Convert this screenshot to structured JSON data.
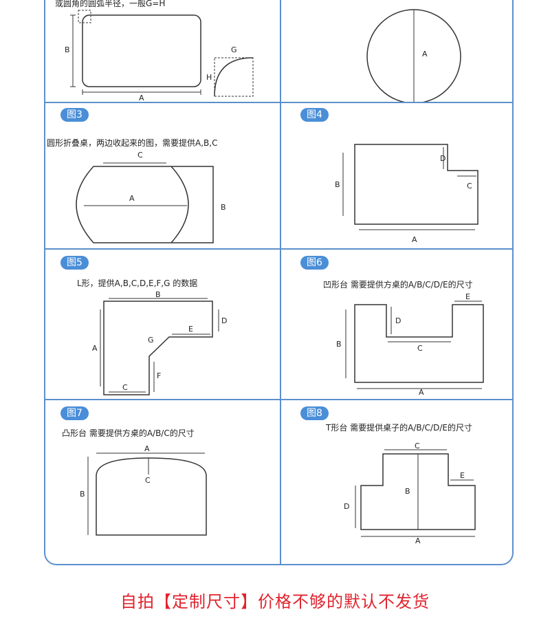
{
  "top_note": "或圆角的圆弧半径，一般G=H",
  "panels": [
    {
      "badge": "",
      "caption": "",
      "labels": {
        "a": "A",
        "b": "B",
        "g": "G",
        "h": "H"
      }
    },
    {
      "badge": "",
      "caption": "",
      "labels": {
        "a": "A"
      }
    },
    {
      "badge": "图3",
      "caption": "圆形折叠桌，两边收起来的图，需要提供A,B,C",
      "labels": {
        "a": "A",
        "b": "B",
        "c": "C"
      }
    },
    {
      "badge": "图4",
      "caption": "",
      "labels": {
        "a": "A",
        "b": "B",
        "c": "C",
        "d": "D"
      }
    },
    {
      "badge": "图5",
      "caption": "L形，提供A,B,C,D,E,F,G 的数据",
      "labels": {
        "a": "A",
        "b": "B",
        "c": "C",
        "d": "D",
        "e": "E",
        "f": "F",
        "g": "G"
      }
    },
    {
      "badge": "图6",
      "caption": "凹形台 需要提供方桌的A/B/C/D/E的尺寸",
      "labels": {
        "a": "A",
        "b": "B",
        "c": "C",
        "d": "D",
        "e": "E"
      }
    },
    {
      "badge": "图7",
      "caption": "凸形台 需要提供方桌的A/B/C的尺寸",
      "labels": {
        "a": "A",
        "b": "B",
        "c": "C"
      }
    },
    {
      "badge": "图8",
      "caption": "T形台 需要提供桌子的A/B/C/D/E的尺寸",
      "labels": {
        "a": "A",
        "b": "B",
        "c": "C",
        "d": "D",
        "e": "E"
      }
    }
  ],
  "footer": "自拍【定制尺寸】价格不够的默认不发货"
}
